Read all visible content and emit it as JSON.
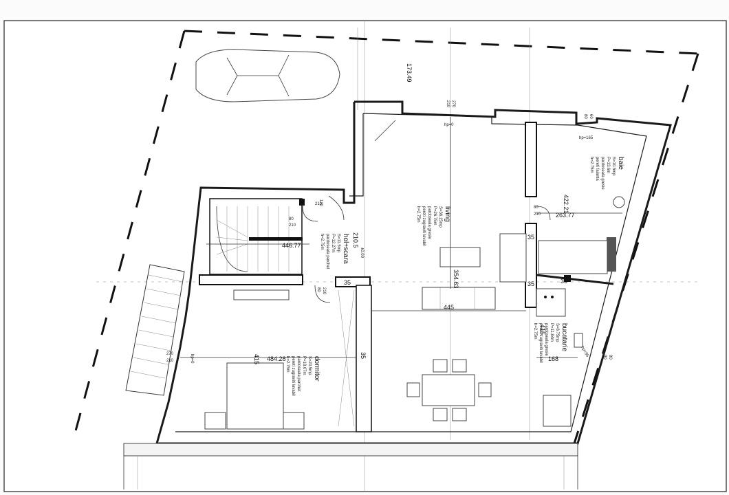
{
  "rooms": {
    "living": {
      "name": "living",
      "area": "S=36.15mp",
      "perimeter": "P=26.75m",
      "note1": "pardoseala gresie",
      "note2": "pereti zugraviti lavabil",
      "height": "h=2.75m"
    },
    "hol": {
      "name": "hol+scara",
      "area": "S=11.5mp",
      "perimeter": "P=12.27m",
      "note1": "pardoseala parchet",
      "height": "h=2.75m"
    },
    "dormitor": {
      "name": "dormitor",
      "area": "S=20.5mp",
      "perimeter": "P=18.07m",
      "note1": "pardoseala parchet",
      "note2": "pereti zugraviti lavabil",
      "height": "h=2.75m"
    },
    "bucatarie": {
      "name": "bucatarie",
      "area": "S=8.75mp",
      "perimeter": "P=11.84m",
      "note1": "pardoseala gresie",
      "note2": "pereti zugraviti lavabil",
      "height": "h=2.75m"
    },
    "baie": {
      "name": "baie",
      "area": "S=10.5mp",
      "perimeter": "P=13.6m",
      "note1": "pardoseala gresie",
      "note2": "pereti faianta",
      "height": "h=2.75m"
    }
  },
  "dimensions": {
    "top_width": "173.49",
    "living_h": "354.63",
    "living_w": "445",
    "hol_w": "446.77",
    "hol_h": "210.5",
    "baie_h": "422.21",
    "baie_w": "263.77",
    "dorm_w": "484.28",
    "dorm_h": "415",
    "buc_w": "168",
    "buc_h": "415",
    "col_a": "35",
    "col_b": "35",
    "col_c": "35",
    "col_d": "35",
    "wall_36": "36"
  },
  "openings": {
    "w_top_1": "210",
    "w_top_2": "270",
    "hp_top": "hp=0",
    "w_baie_top_1": "80",
    "w_baie_top_2": "60",
    "hp_baie": "hp=165",
    "d_baie_1": "80",
    "d_baie_2": "210",
    "d_hol_1": "120",
    "d_hol_2": "210",
    "d_hol_3": "80",
    "d_hol_4": "210",
    "d_dorm_1": "80",
    "d_dorm_2": "210",
    "w_dorm_1": "270",
    "w_dorm_2": "210",
    "hp_dorm": "hp=0",
    "w_buc_1": "90",
    "w_buc_2": "90",
    "hp_buc": "hp=95",
    "stair_marker": "±0.00"
  }
}
